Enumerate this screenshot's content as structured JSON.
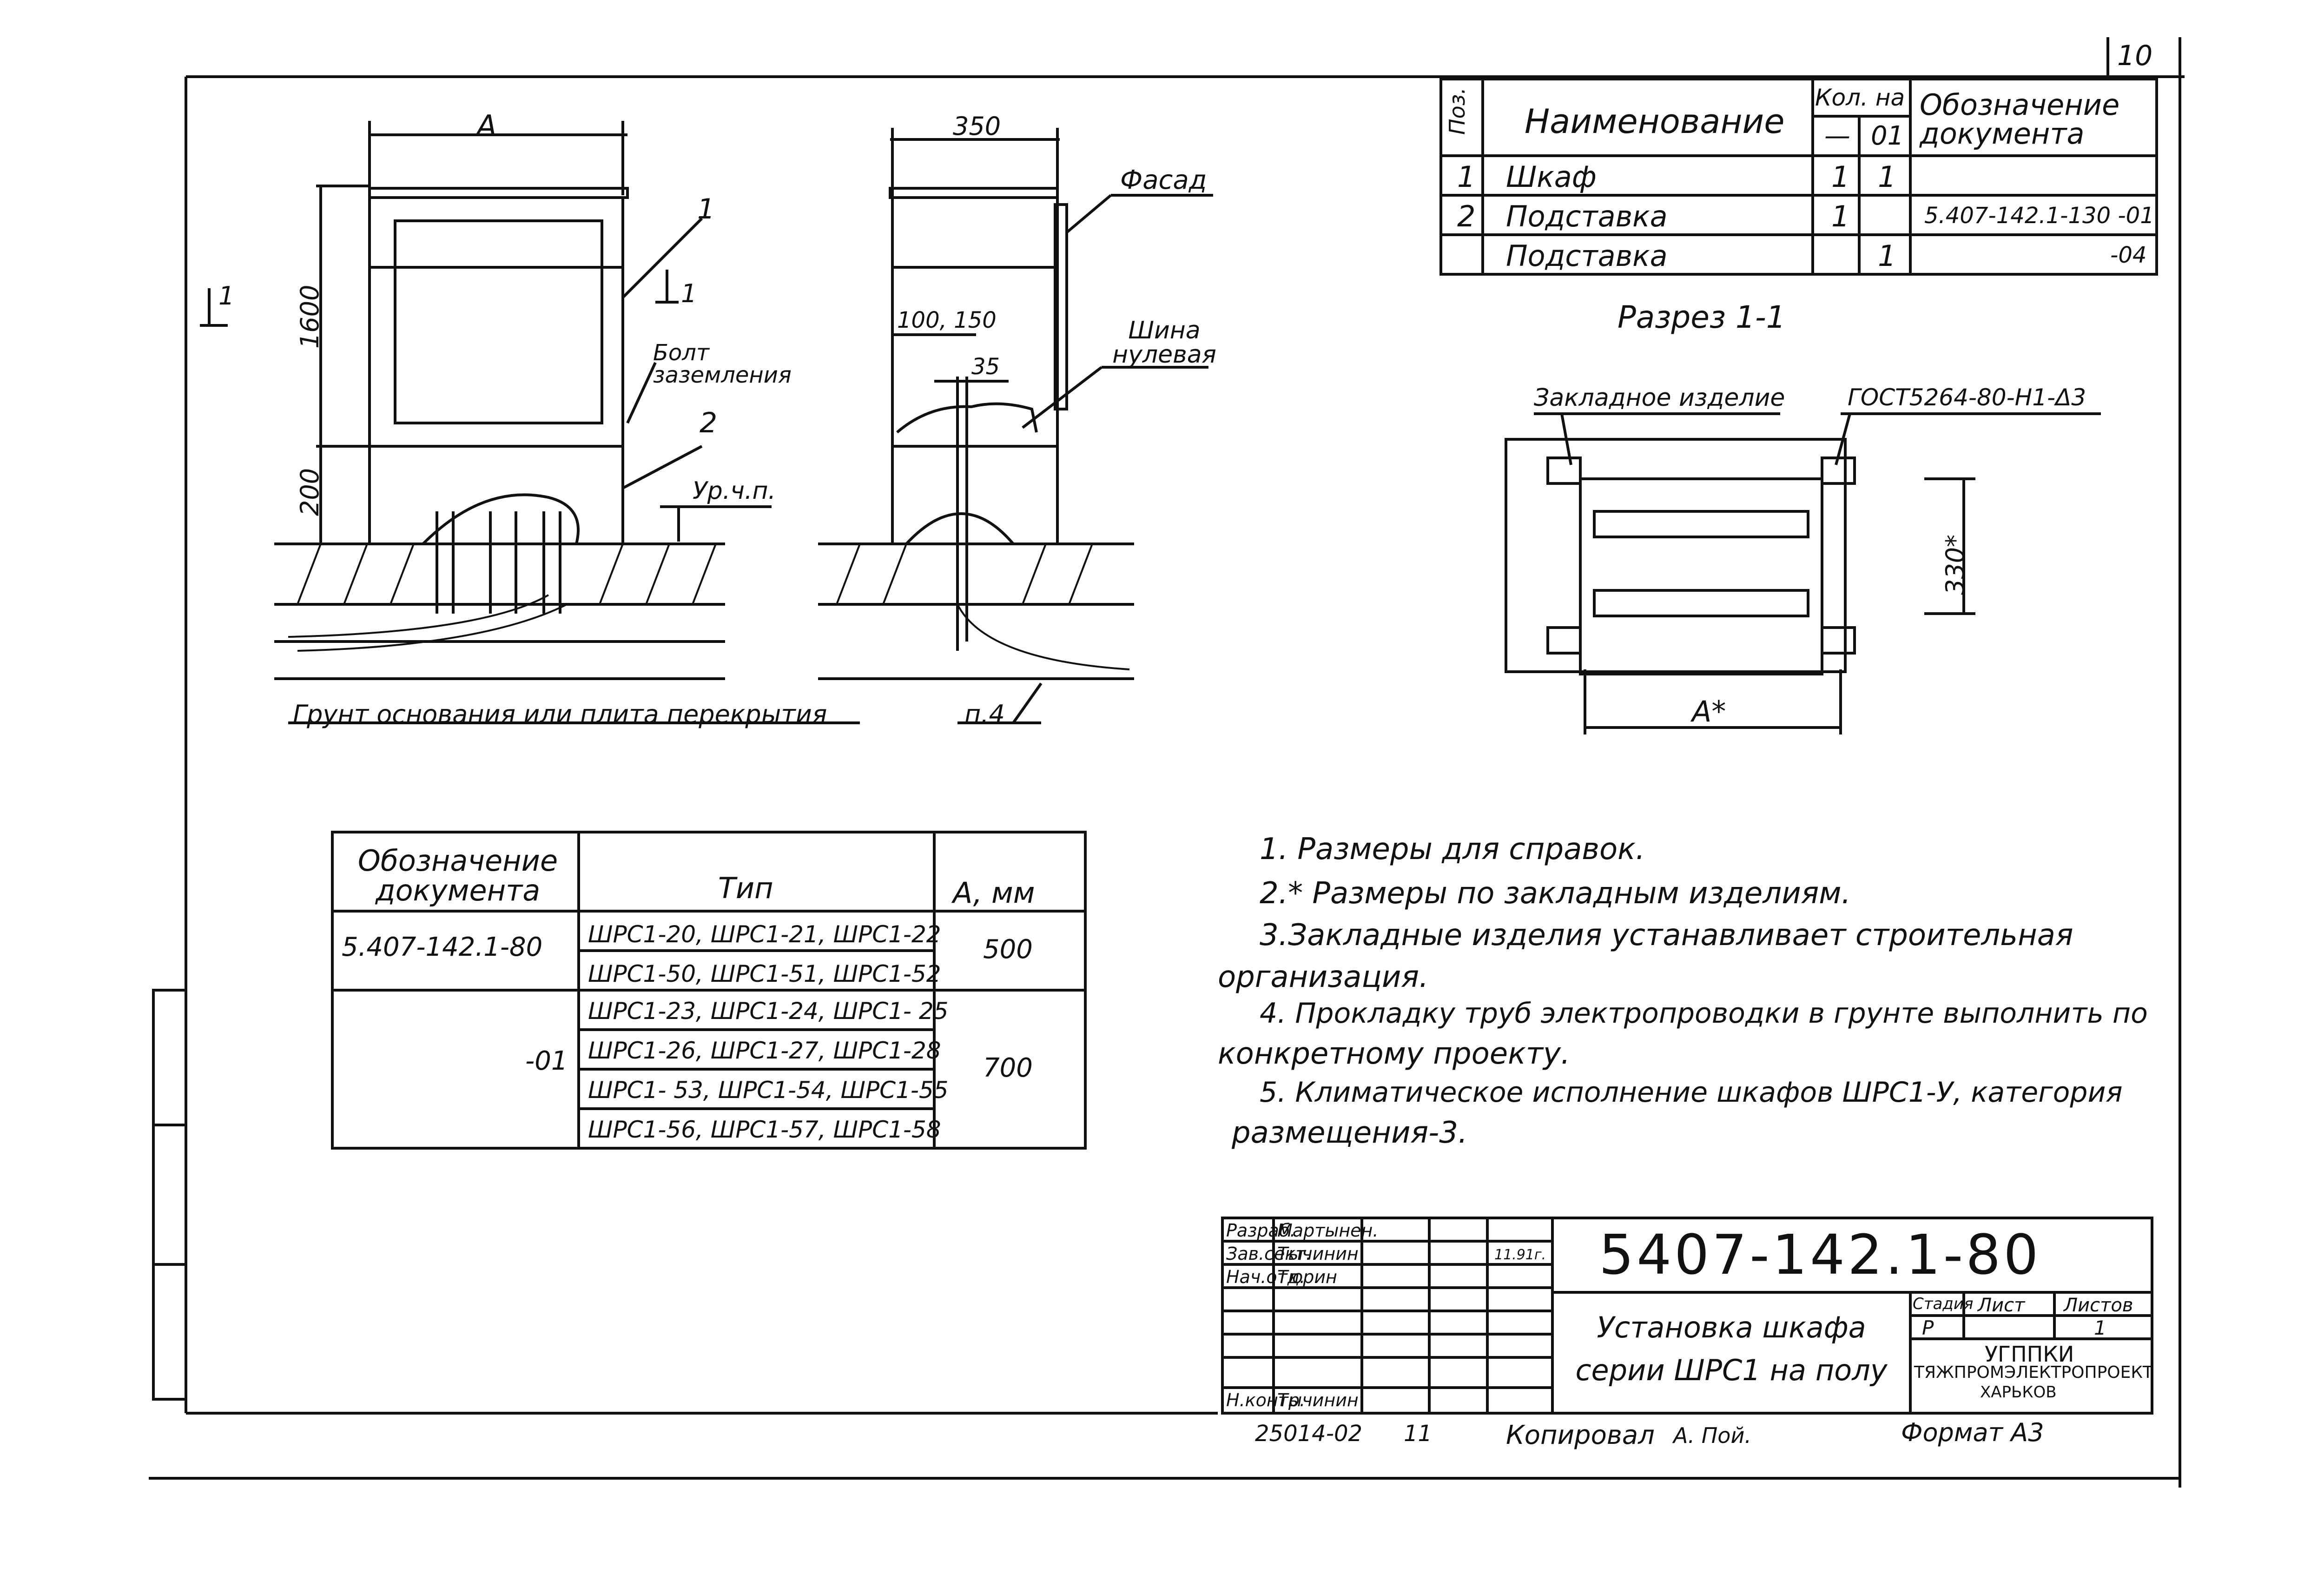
{
  "sheet_number": "10",
  "spec_table": {
    "headers": {
      "pos": "Поз.",
      "name": "Наименование",
      "qty": "Кол. на",
      "qty_dash": "—",
      "qty_01": "01",
      "designation": "Обозначение документа"
    },
    "rows": [
      {
        "pos": "1",
        "name": "Шкаф",
        "qty_dash": "1",
        "qty_01": "1",
        "designation": ""
      },
      {
        "pos": "2",
        "name": "Подставка",
        "qty_dash": "1",
        "qty_01": "",
        "designation": "5.407-142.1-130 -01"
      },
      {
        "pos": "",
        "name": "Подставка",
        "qty_dash": "",
        "qty_01": "1",
        "designation": "-04"
      }
    ]
  },
  "front_view": {
    "dim_a": "A",
    "dim_1600": "1600",
    "dim_200": "200",
    "callout_1": "1",
    "callout_2": "2",
    "bolt_label": "Болт заземления",
    "level_label": "Ур.ч.п.",
    "section_mark": "1",
    "ground_label": "Грунт основания или плита перекрытия"
  },
  "side_view": {
    "dim_350": "350",
    "facade_label": "Фасад",
    "dim_100_150": "100, 150",
    "dim_35": "35",
    "bus_label": "Шина нулевая",
    "note_ref": "п.4"
  },
  "section": {
    "title": "Разрез 1-1",
    "embedded_label": "Закладное изделие",
    "gost_label": "ГОСТ5264-80-Н1-Δ3",
    "dim_330": "330*",
    "dim_a": "A*"
  },
  "type_table": {
    "headers": {
      "designation": "Обозначение документа",
      "type": "Тип",
      "a_mm": "A, мм"
    },
    "rows": [
      {
        "designation": "5.407-142.1-80",
        "types": [
          "ШРС1-20, ШРС1-21, ШРС1-22",
          "ШРС1-50, ШРС1-51, ШРС1-52"
        ],
        "a": "500"
      },
      {
        "designation": "-01",
        "types": [
          "ШРС1-23, ШРС1-24, ШРС1- 25",
          "ШРС1-26, ШРС1-27, ШРС1-28",
          "ШРС1- 53, ШРС1-54, ШРС1-55",
          "ШРС1-56, ШРС1-57, ШРС1-58"
        ],
        "a": "700"
      }
    ]
  },
  "notes": [
    "1. Размеры для справок.",
    "2.* Размеры по закладным изделиям.",
    "3.Закладные изделия устанавливает строительная",
    "организация.",
    "4. Прокладку труб электропроводки в грунте выполнить по",
    "конкретному проекту.",
    "5. Климатическое исполнение шкафов ШРС1-У, категория",
    "размещения-3."
  ],
  "title_block": {
    "doc_number": "5407-142.1-80",
    "roles": [
      {
        "role": "Разраб.",
        "name": "Мартынен."
      },
      {
        "role": "Зав.сект.",
        "name": "Тычинин"
      },
      {
        "role": "Нач.отд.",
        "name": "Тюрин"
      },
      {
        "role": "Н.контр.",
        "name": "Тычинин"
      }
    ],
    "date_short": "11.91г.",
    "title": "Установка шкафа серии ШРС1 на полу",
    "stage_label": "Стадия",
    "sheet_label": "Лист",
    "sheets_label": "Листов",
    "stage": "Р",
    "sheet": "",
    "sheets": "1",
    "org_line1": "УГППКИ",
    "org_line2": "ТЯЖПРОМЭЛЕКТРОПРОЕКТ",
    "org_line3": "ХАРЬКОВ",
    "copied_label": "Копировал",
    "copied_by": "А. Пой.",
    "footer_code": "25014-02",
    "footer_num": "11",
    "format": "Формат А3"
  }
}
